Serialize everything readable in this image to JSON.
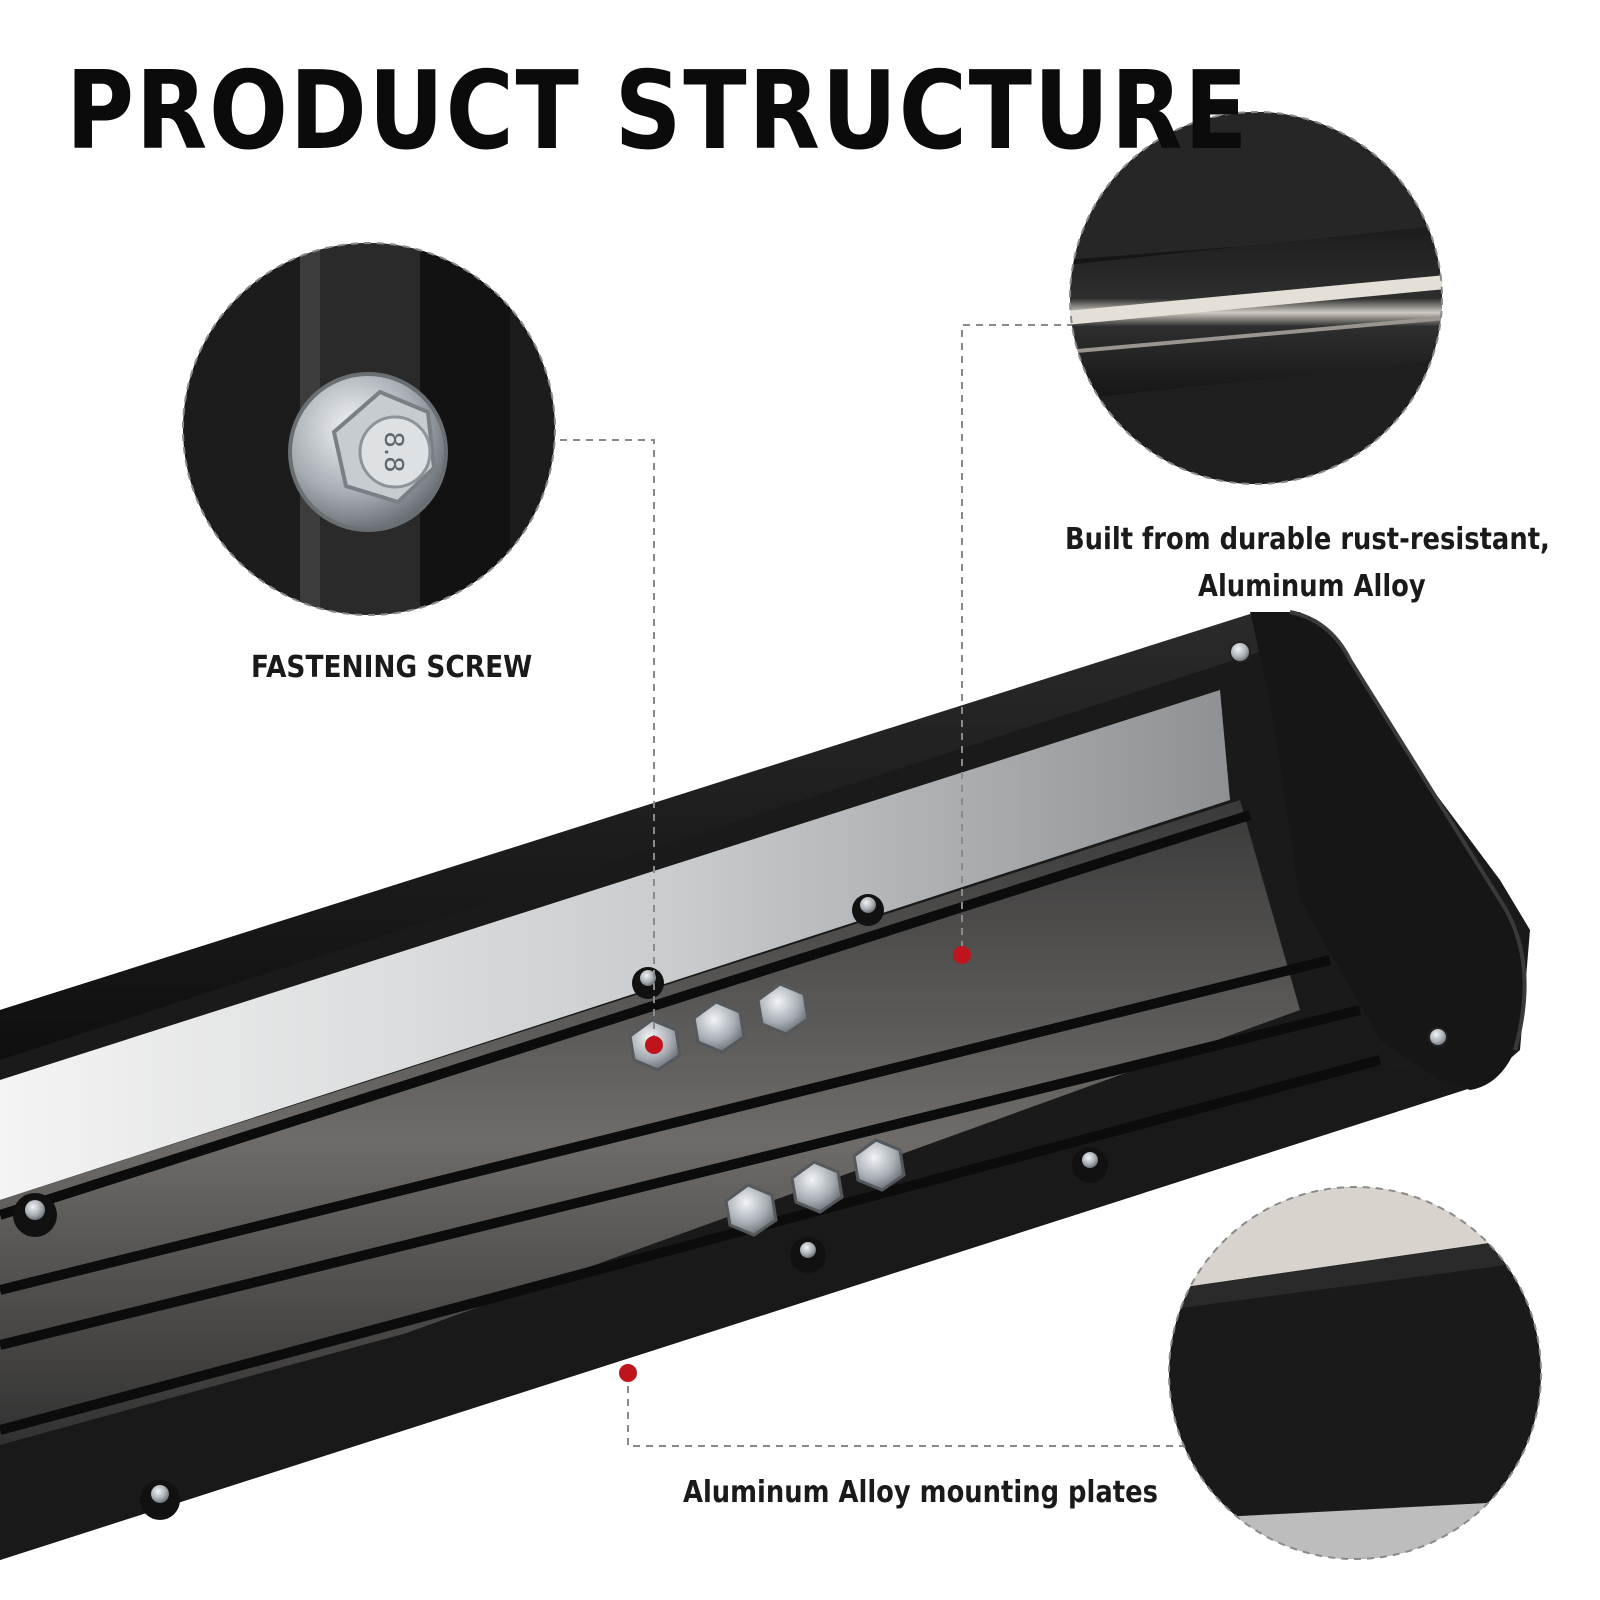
{
  "title": "PRODUCT STRUCTURE",
  "callouts": {
    "fastening": {
      "label": "FASTENING SCREW",
      "icon": "bolt-closeup"
    },
    "alloy": {
      "line1": "Built from durable rust-resistant,",
      "line2": "Aluminum Alloy",
      "icon": "rail-closeup"
    },
    "plates": {
      "label": "Aluminum Alloy mounting plates",
      "icon": "surface-closeup"
    }
  },
  "bolt_marking": "8.8",
  "colors": {
    "accent_dot": "#c0141c",
    "leader_line": "#8a8a8a",
    "frame": "#1b1b1b"
  }
}
